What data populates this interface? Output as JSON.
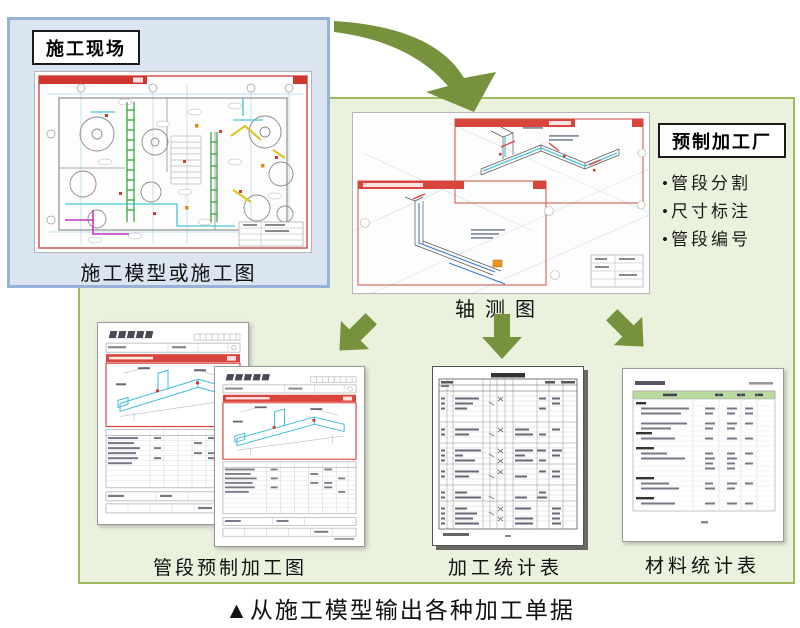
{
  "site_box": {
    "label": "施工现场",
    "caption": "施工模型或施工图"
  },
  "factory_box": {
    "label": "预制加工厂",
    "bullets": [
      "•管段分割",
      "•尺寸标注",
      "•管段编号"
    ]
  },
  "axonometric": {
    "caption": "轴测图"
  },
  "outputs": {
    "prefab": {
      "caption": "管段预制加工图"
    },
    "processing": {
      "caption": "加工统计表"
    },
    "material": {
      "caption": "材料统计表"
    }
  },
  "footer": {
    "caption": "▲从施工模型输出各种加工单据"
  },
  "colors": {
    "panel_bg": "#eaf1dd",
    "panel_border": "#9cbb5c",
    "site_bg": "#dbe5f1",
    "site_border": "#95b3d7",
    "arrow_green": "#76923c",
    "frame_red": "#d8453c",
    "pipe_cyan": "#2fc0d8",
    "pipe_blue": "#3a7bd0",
    "pipe_green": "#2f9e2f",
    "pipe_magenta": "#c433c4",
    "pipe_yellow": "#ddc31d",
    "table_header_green": "#badb9f"
  }
}
